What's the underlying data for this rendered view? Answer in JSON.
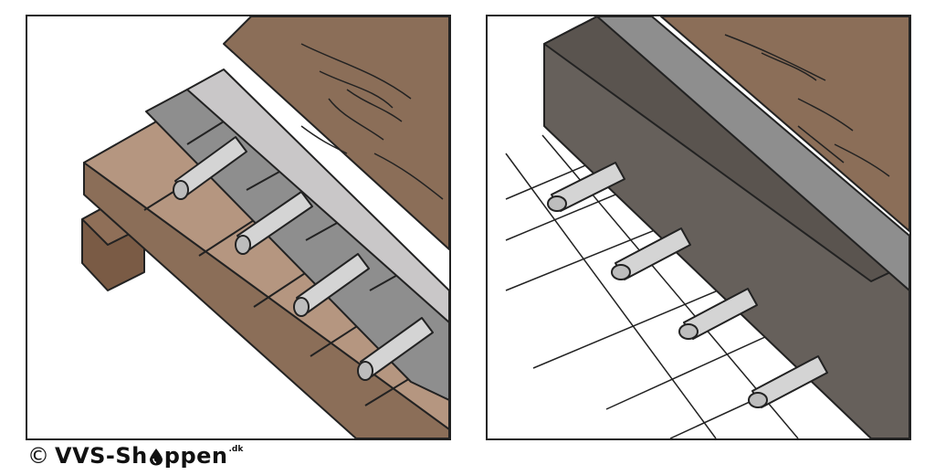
{
  "brand": {
    "copyright_symbol": "©",
    "name_part1": "VVS-Sh",
    "name_part2": "ppen",
    "tld": ".dk",
    "logo_icon": "water-drop-icon"
  },
  "colors": {
    "wood_light": "#b59680",
    "wood_dark": "#8b6e58",
    "beam": "#7a5b45",
    "insulation": "#8e8e8e",
    "foil": "#c9c7c8",
    "pipe": "#d4d4d4",
    "concrete": "#66605b",
    "concrete_top": "#8e8e8e",
    "outline": "#222222"
  }
}
